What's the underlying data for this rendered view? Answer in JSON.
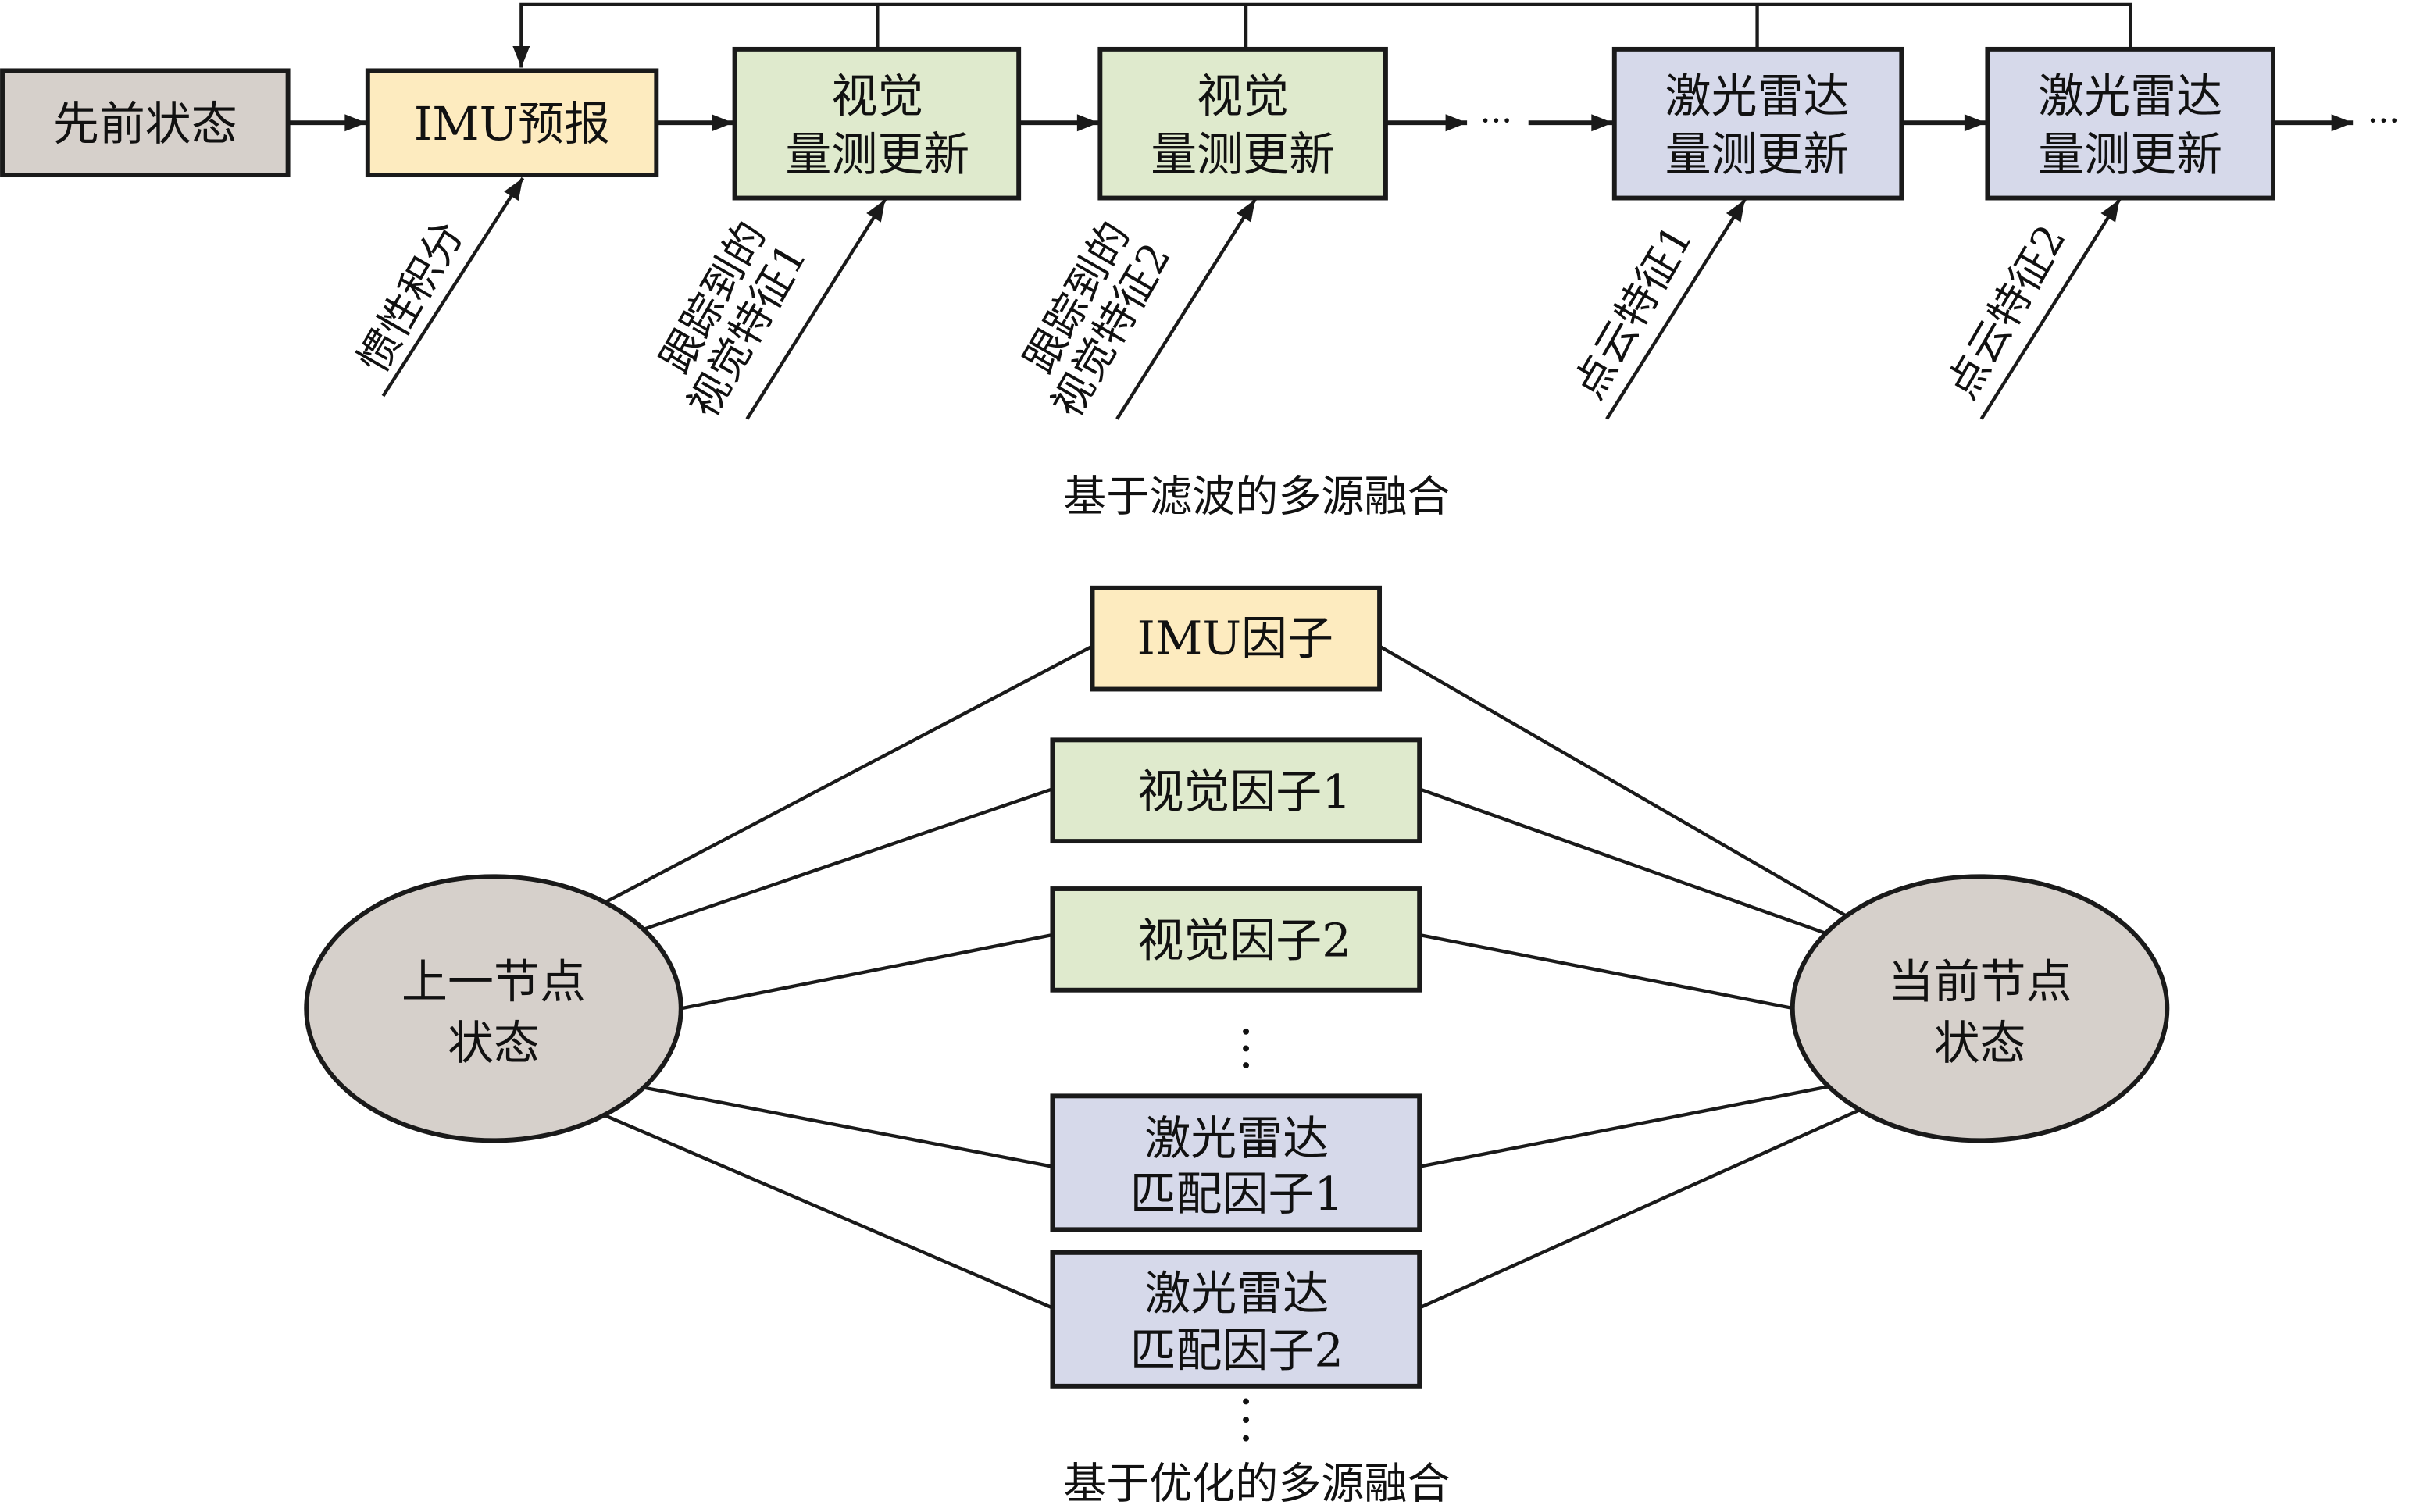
{
  "colors": {
    "state": "#d6d0cb",
    "imu": "#fdebbf",
    "visual": "#dfeacd",
    "lidar": "#d6d9ea",
    "stroke": "#1a1a1a"
  },
  "filter_section": {
    "caption": "基于滤波的多源融合",
    "nodes": [
      {
        "id": "prior",
        "lines": [
          "先前状态"
        ],
        "kind": "state"
      },
      {
        "id": "imu",
        "lines": [
          "IMU预报"
        ],
        "kind": "imu"
      },
      {
        "id": "vis1",
        "lines": [
          "视觉",
          "量测更新"
        ],
        "kind": "visual"
      },
      {
        "id": "vis2",
        "lines": [
          "视觉",
          "量测更新"
        ],
        "kind": "visual"
      },
      {
        "id": "lidar1",
        "lines": [
          "激光雷达",
          "量测更新"
        ],
        "kind": "lidar"
      },
      {
        "id": "lidar2",
        "lines": [
          "激光雷达",
          "量测更新"
        ],
        "kind": "lidar"
      }
    ],
    "ellipsis": "···",
    "inputs": [
      {
        "target": "imu",
        "lines": [
          "惯性积分"
        ]
      },
      {
        "target": "vis1",
        "lines": [
          "跟踪到的",
          "视觉特征1"
        ]
      },
      {
        "target": "vis2",
        "lines": [
          "跟踪到的",
          "视觉特征2"
        ]
      },
      {
        "target": "lidar1",
        "lines": [
          "点云特征1"
        ]
      },
      {
        "target": "lidar2",
        "lines": [
          "点云特征2"
        ]
      }
    ]
  },
  "optimization_section": {
    "caption": "基于优化的多源融合",
    "left_node": {
      "lines": [
        "上一节点",
        "状态"
      ]
    },
    "right_node": {
      "lines": [
        "当前节点",
        "状态"
      ]
    },
    "factors": [
      {
        "id": "imu_factor",
        "lines": [
          "IMU因子"
        ],
        "kind": "imu"
      },
      {
        "id": "vis_factor1",
        "lines": [
          "视觉因子1"
        ],
        "kind": "visual"
      },
      {
        "id": "vis_factor2",
        "lines": [
          "视觉因子2"
        ],
        "kind": "visual"
      },
      {
        "id": "lidar_factor1",
        "lines": [
          "激光雷达",
          "匹配因子1"
        ],
        "kind": "lidar"
      },
      {
        "id": "lidar_factor2",
        "lines": [
          "激光雷达",
          "匹配因子2"
        ],
        "kind": "lidar"
      }
    ],
    "vertical_ellipsis": "⋮"
  }
}
